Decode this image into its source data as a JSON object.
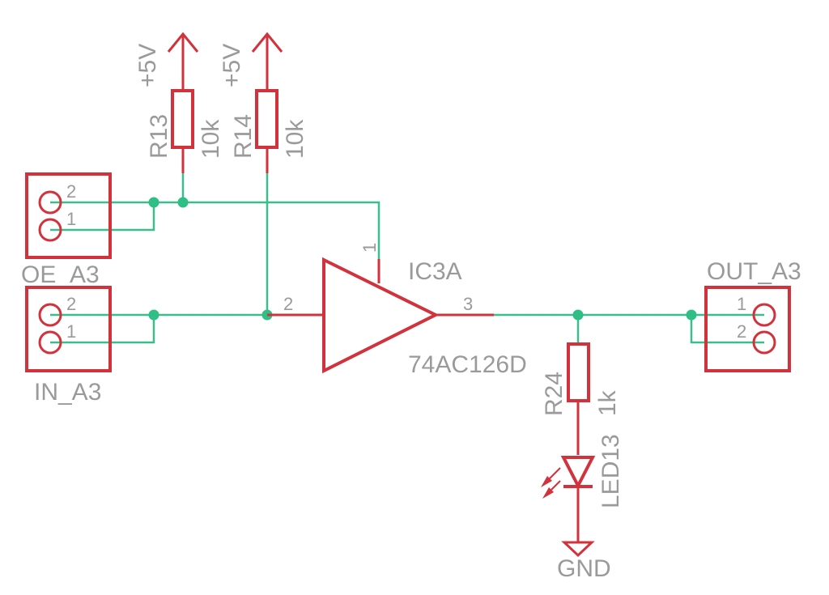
{
  "colors": {
    "component": "#d2323c",
    "net": "#3cbe8c",
    "junction": "#2fbf86",
    "label": "#9a9a9a",
    "background": "#ffffff"
  },
  "power": {
    "r13_supply": "+5V",
    "r14_supply": "+5V",
    "ground": "GND"
  },
  "resistors": {
    "r13": {
      "name": "R13",
      "value": "10k"
    },
    "r14": {
      "name": "R14",
      "value": "10k"
    },
    "r24": {
      "name": "R24",
      "value": "1k"
    }
  },
  "connectors": {
    "oe": {
      "name": "OE_A3",
      "pins": [
        "2",
        "1"
      ]
    },
    "in": {
      "name": "IN_A3",
      "pins": [
        "2",
        "1"
      ]
    },
    "out": {
      "name": "OUT_A3",
      "pins": [
        "1",
        "2"
      ]
    }
  },
  "buffer": {
    "name": "IC3A",
    "part": "74AC126D",
    "pin_enable": "1",
    "pin_input": "2",
    "pin_output": "3"
  },
  "led": {
    "name": "LED13"
  }
}
